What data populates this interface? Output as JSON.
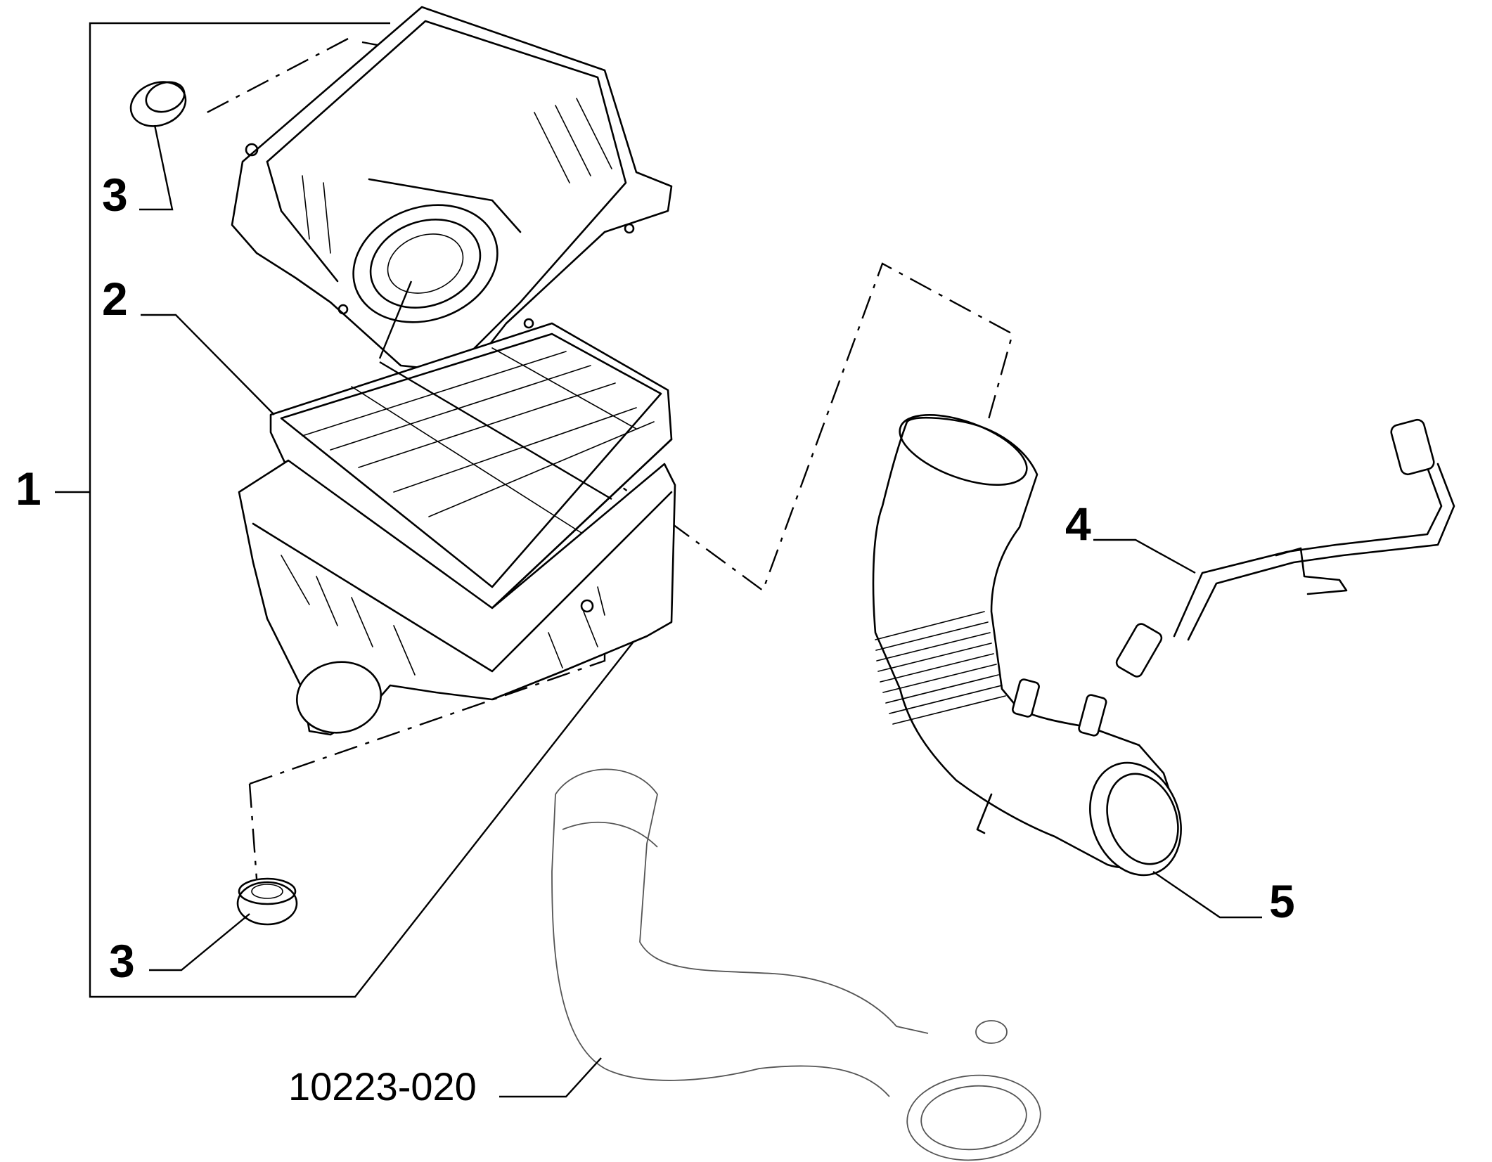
{
  "callouts": {
    "c1": "1",
    "c2": "2",
    "c3_top": "3",
    "c3_bottom": "3",
    "c4": "4",
    "c5": "5"
  },
  "reference_number": "10223-020"
}
